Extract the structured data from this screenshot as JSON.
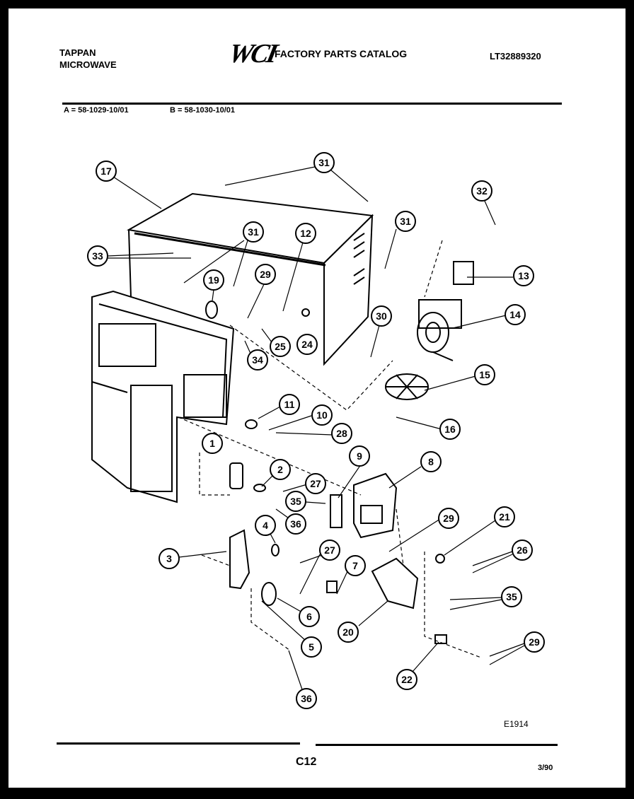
{
  "header": {
    "brand_line1": "TAPPAN",
    "brand_line2": "MICROWAVE",
    "logo": "WCI",
    "catalog_title": "FACTORY PARTS CATALOG",
    "doc_number": "LT32889320"
  },
  "models": {
    "a": "A = 58-1029-10/01",
    "b": "B = 58-1030-10/01"
  },
  "footer": {
    "drawing_code": "E1914",
    "page": "C12",
    "date": "3/90"
  },
  "callouts": [
    "17",
    "31",
    "31",
    "32",
    "31",
    "12",
    "33",
    "19",
    "29",
    "13",
    "14",
    "30",
    "24",
    "25",
    "34",
    "15",
    "11",
    "10",
    "16",
    "28",
    "1",
    "9",
    "8",
    "2",
    "27",
    "35",
    "36",
    "29",
    "21",
    "4",
    "27",
    "26",
    "3",
    "7",
    "35",
    "6",
    "20",
    "5",
    "29",
    "22",
    "36"
  ]
}
